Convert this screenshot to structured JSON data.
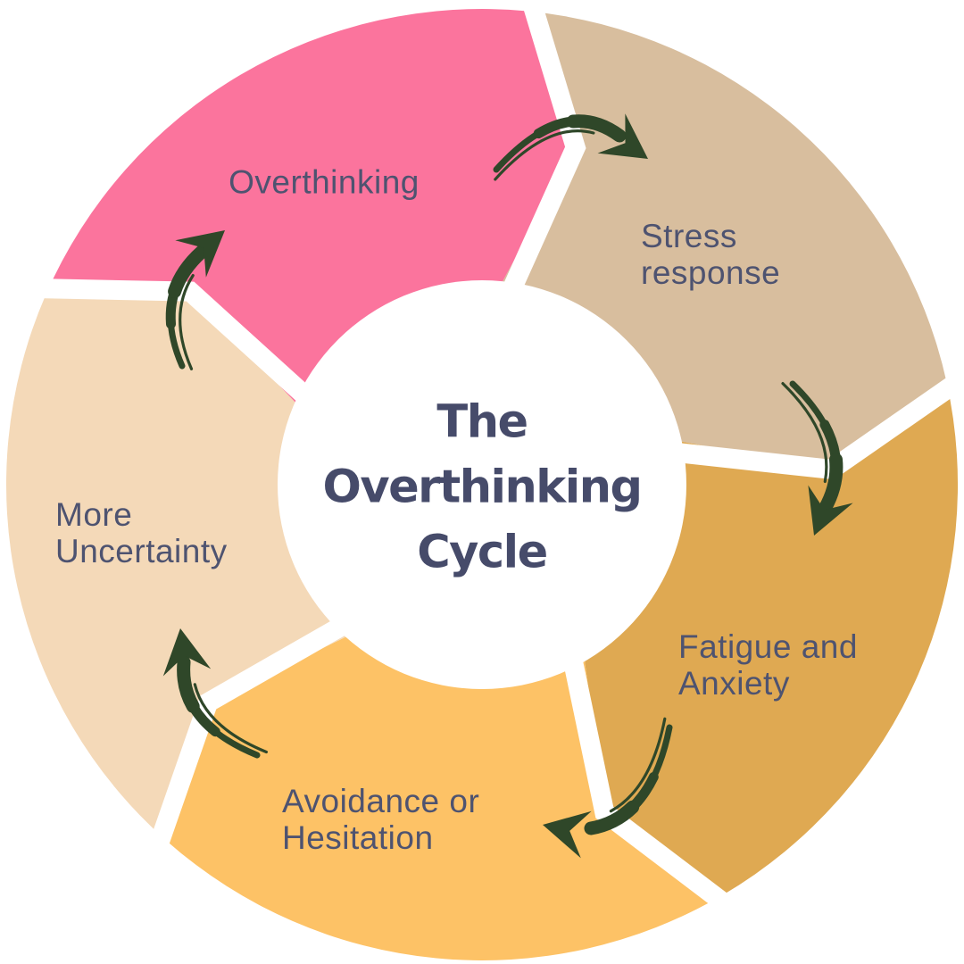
{
  "diagram": {
    "title": "The\nOverthinking\nCycle",
    "background_color": "#FFFFFF",
    "title_color": "#464B6A",
    "label_color": "#4E5370",
    "arrow_color": "#2F4729",
    "steps": [
      {
        "id": "overthinking",
        "label": "Overthinking",
        "color": "#FB749D"
      },
      {
        "id": "stress-response",
        "label": "Stress\nresponse",
        "color": "#D8BE9E"
      },
      {
        "id": "fatigue-and-anxiety",
        "label": "Fatigue and\nAnxiety",
        "color": "#DFA952"
      },
      {
        "id": "avoidance-or-hesitation",
        "label": "Avoidance or\nHesitation",
        "color": "#FDC266"
      },
      {
        "id": "more-uncertainty",
        "label": "More\nUncertainty",
        "color": "#F4D9B8"
      }
    ]
  }
}
